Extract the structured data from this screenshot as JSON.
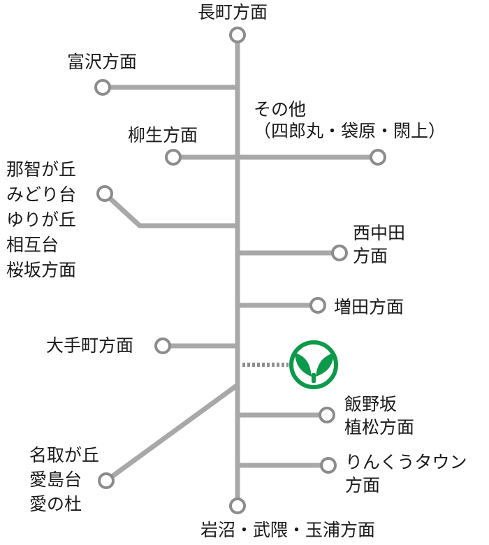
{
  "colors": {
    "route_line": "#a8a8a8",
    "stop_stroke": "#8c8c8c",
    "stop_fill": "#ffffff",
    "stop_marker": "#0b9a4a",
    "text": "#1a1a1a"
  },
  "icons": {
    "stop_marker": "sprout-leaf-icon"
  },
  "destinations": {
    "nagamachi": "長町方面",
    "tomizawa": "富沢方面",
    "sonota_line1": "その他",
    "sonota_line2": "（四郎丸・袋原・閖上）",
    "yanagio": "柳生方面",
    "nachigaoka_group": [
      "那智が丘",
      "みどり台",
      "ゆりが丘",
      "相互台",
      "桜坂方面"
    ],
    "nishinakada": [
      "西中田",
      "方面"
    ],
    "masuda": "増田方面",
    "otemachi": "大手町方面",
    "iinozaka": [
      "飯野坂",
      "植松方面"
    ],
    "natorigaoka_group": [
      "名取が丘",
      "愛島台",
      "愛の杜"
    ],
    "rinku_town": [
      "りんくうタウン",
      "方面"
    ],
    "iwanuma": "岩沼・武隈・玉浦方面"
  }
}
